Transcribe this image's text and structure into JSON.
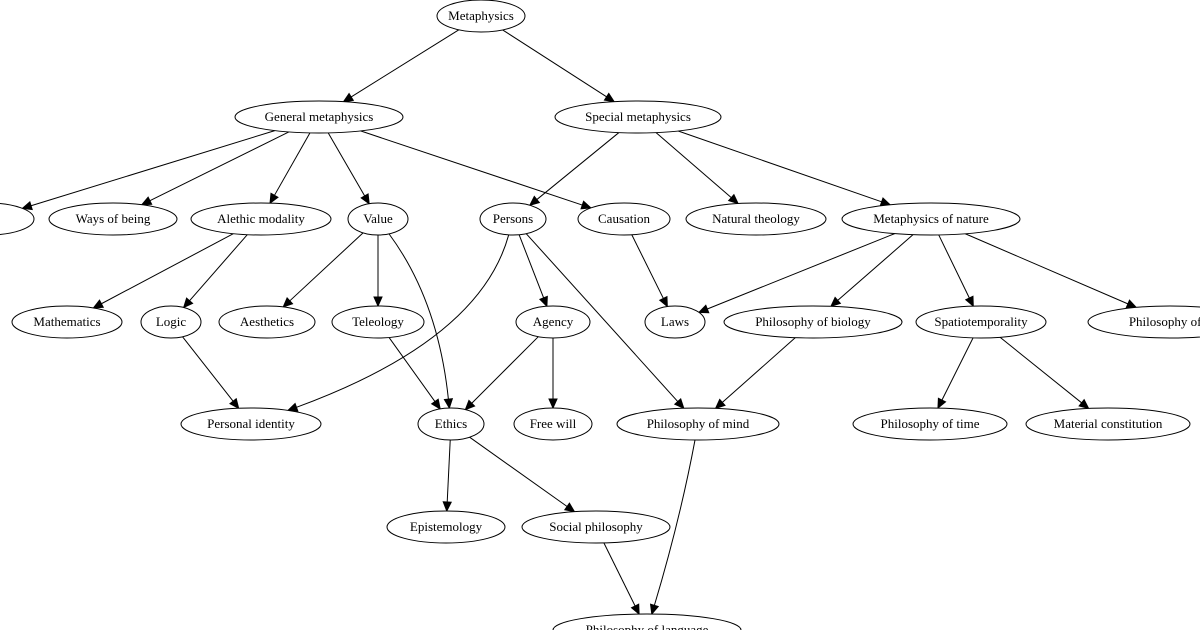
{
  "graph": {
    "nodes": [
      {
        "id": "metaphysics",
        "label": "Metaphysics"
      },
      {
        "id": "general",
        "label": "General metaphysics"
      },
      {
        "id": "special",
        "label": "Special metaphysics"
      },
      {
        "id": "composition",
        "label": "on"
      },
      {
        "id": "ways",
        "label": "Ways of being"
      },
      {
        "id": "alethic",
        "label": "Alethic modality"
      },
      {
        "id": "value",
        "label": "Value"
      },
      {
        "id": "persons",
        "label": "Persons"
      },
      {
        "id": "causation",
        "label": "Causation"
      },
      {
        "id": "natural",
        "label": "Natural theology"
      },
      {
        "id": "nature",
        "label": "Metaphysics of nature"
      },
      {
        "id": "mathematics",
        "label": "Mathematics"
      },
      {
        "id": "logic",
        "label": "Logic"
      },
      {
        "id": "aesthetics",
        "label": "Aesthetics"
      },
      {
        "id": "teleology",
        "label": "Teleology"
      },
      {
        "id": "agency",
        "label": "Agency"
      },
      {
        "id": "laws",
        "label": "Laws"
      },
      {
        "id": "biology",
        "label": "Philosophy of biology"
      },
      {
        "id": "spatio",
        "label": "Spatiotemporality"
      },
      {
        "id": "physics",
        "label": "Philosophy of p"
      },
      {
        "id": "identity",
        "label": "Personal identity"
      },
      {
        "id": "ethics",
        "label": "Ethics"
      },
      {
        "id": "freewill",
        "label": "Free will"
      },
      {
        "id": "mind",
        "label": "Philosophy of mind"
      },
      {
        "id": "time",
        "label": "Philosophy of time"
      },
      {
        "id": "material",
        "label": "Material constitution"
      },
      {
        "id": "epistemology",
        "label": "Epistemology"
      },
      {
        "id": "social",
        "label": "Social philosophy"
      },
      {
        "id": "language",
        "label": "Philosophy of language"
      }
    ],
    "edges": [
      [
        "metaphysics",
        "general"
      ],
      [
        "metaphysics",
        "special"
      ],
      [
        "general",
        "composition"
      ],
      [
        "general",
        "ways"
      ],
      [
        "general",
        "alethic"
      ],
      [
        "general",
        "value"
      ],
      [
        "general",
        "causation"
      ],
      [
        "special",
        "persons"
      ],
      [
        "special",
        "natural"
      ],
      [
        "special",
        "nature"
      ],
      [
        "alethic",
        "mathematics"
      ],
      [
        "alethic",
        "logic"
      ],
      [
        "value",
        "aesthetics"
      ],
      [
        "value",
        "teleology"
      ],
      [
        "value",
        "ethics"
      ],
      [
        "persons",
        "agency"
      ],
      [
        "persons",
        "identity"
      ],
      [
        "persons",
        "mind"
      ],
      [
        "causation",
        "laws"
      ],
      [
        "nature",
        "laws"
      ],
      [
        "nature",
        "biology"
      ],
      [
        "nature",
        "spatio"
      ],
      [
        "nature",
        "physics"
      ],
      [
        "logic",
        "identity"
      ],
      [
        "teleology",
        "ethics"
      ],
      [
        "agency",
        "ethics"
      ],
      [
        "agency",
        "freewill"
      ],
      [
        "biology",
        "mind"
      ],
      [
        "spatio",
        "time"
      ],
      [
        "spatio",
        "material"
      ],
      [
        "ethics",
        "epistemology"
      ],
      [
        "ethics",
        "social"
      ],
      [
        "mind",
        "language"
      ],
      [
        "social",
        "language"
      ]
    ]
  }
}
